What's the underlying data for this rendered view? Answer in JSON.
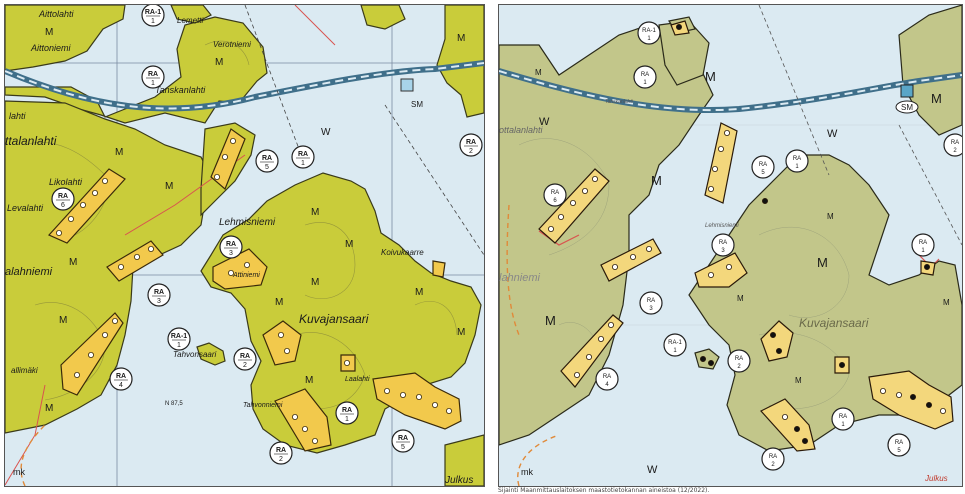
{
  "colors": {
    "water": "#dbeaf2",
    "land_left": "#c9cc3a",
    "land_right": "#c2c68a",
    "ra_fill": "#f2c94c",
    "ra_fill_right": "#f3d77c",
    "road": "#3f6f8a",
    "boundary_red": "#d9534f",
    "contour": "#8a8a3a"
  },
  "left_map": {
    "place_names": [
      {
        "id": "aittolahti_top",
        "text": "Aittolahti"
      },
      {
        "id": "lemetti",
        "text": "Lemetti"
      },
      {
        "id": "aittoniemi",
        "text": "Aittoniemi"
      },
      {
        "id": "verotniemi",
        "text": "Verotniemi"
      },
      {
        "id": "tanskanlahti",
        "text": "Tanskanlahti"
      },
      {
        "id": "ittalanlahti",
        "text": "ttalanlahti"
      },
      {
        "id": "lahti_left",
        "text": "lahti"
      },
      {
        "id": "likolahti",
        "text": "Likolahti"
      },
      {
        "id": "levalahti",
        "text": "Levalahti"
      },
      {
        "id": "alahniemi",
        "text": "alahniemi"
      },
      {
        "id": "lehmisniemi",
        "text": "Lehmisniemi"
      },
      {
        "id": "koivukaarre",
        "text": "Koivukaarre"
      },
      {
        "id": "kuvajansaari",
        "text": "Kuvajansaari"
      },
      {
        "id": "tahvonsaari",
        "text": "Tahvonsaari"
      },
      {
        "id": "lallimaki",
        "text": "allimäki"
      },
      {
        "id": "julkus",
        "text": "Julkus"
      },
      {
        "id": "mk",
        "text": "mk"
      },
      {
        "id": "laalahti",
        "text": "Laalahti"
      },
      {
        "id": "tahvonniemi",
        "text": "Tahvonniemi"
      },
      {
        "id": "attiniemi",
        "text": "Attiniemi"
      }
    ],
    "zones": {
      "M": "M",
      "W": "W",
      "SM": "SM"
    },
    "ra_circles": [
      {
        "id": "c1",
        "top": "RA-1",
        "bottom": "1"
      },
      {
        "id": "c2",
        "top": "RA",
        "bottom": "1"
      },
      {
        "id": "c3",
        "top": "RA",
        "bottom": "2"
      },
      {
        "id": "c4",
        "top": "RA",
        "bottom": "5"
      },
      {
        "id": "c5",
        "top": "RA",
        "bottom": "1"
      },
      {
        "id": "c6",
        "top": "RA",
        "bottom": "6"
      },
      {
        "id": "c7",
        "top": "RA",
        "bottom": "3"
      },
      {
        "id": "c8",
        "top": "RA",
        "bottom": "3"
      },
      {
        "id": "c9",
        "top": "RA-1",
        "bottom": "1"
      },
      {
        "id": "c10",
        "top": "RA",
        "bottom": "2"
      },
      {
        "id": "c11",
        "top": "RA",
        "bottom": "4"
      },
      {
        "id": "c12",
        "top": "RA",
        "bottom": "1"
      },
      {
        "id": "c13",
        "top": "RA",
        "bottom": "2"
      },
      {
        "id": "c14",
        "top": "RA",
        "bottom": "5"
      }
    ],
    "elevation": "N 87,5"
  },
  "right_map": {
    "place_names": [
      {
        "id": "ottalanlahti",
        "text": "ottalanlahti"
      },
      {
        "id": "lahniemi",
        "text": "lahniemi"
      },
      {
        "id": "kuvajansaari",
        "text": "Kuvajansaari"
      },
      {
        "id": "lehmisniemi",
        "text": "Lehmisniemi"
      },
      {
        "id": "tanskanlahti",
        "text": "Tanskanlahti"
      },
      {
        "id": "julkus",
        "text": "Julkus"
      },
      {
        "id": "mk",
        "text": "mk"
      }
    ],
    "zones": {
      "M": "M",
      "W": "W",
      "SM": "SM"
    },
    "ra_circles": [
      {
        "id": "r1",
        "top": "RA-1",
        "bottom": "1"
      },
      {
        "id": "r2",
        "top": "RA",
        "bottom": "1"
      },
      {
        "id": "r3",
        "top": "RA",
        "bottom": "2"
      },
      {
        "id": "r4",
        "top": "RA",
        "bottom": "6"
      },
      {
        "id": "r5",
        "top": "RA",
        "bottom": "5"
      },
      {
        "id": "r6",
        "top": "RA",
        "bottom": "1"
      },
      {
        "id": "r7",
        "top": "RA",
        "bottom": "3"
      },
      {
        "id": "r8",
        "top": "RA",
        "bottom": "3"
      },
      {
        "id": "r9",
        "top": "RA",
        "bottom": "1"
      },
      {
        "id": "r10",
        "top": "RA",
        "bottom": "4"
      },
      {
        "id": "r11",
        "top": "RA-1",
        "bottom": "1"
      },
      {
        "id": "r12",
        "top": "RA",
        "bottom": "2"
      },
      {
        "id": "r13",
        "top": "RA",
        "bottom": "1"
      },
      {
        "id": "r14",
        "top": "RA",
        "bottom": "2"
      },
      {
        "id": "r15",
        "top": "RA",
        "bottom": "5"
      }
    ]
  },
  "caption": "Sijainti Maanmittauslaitoksen maastotietokannan aineistoa (12/2022)."
}
